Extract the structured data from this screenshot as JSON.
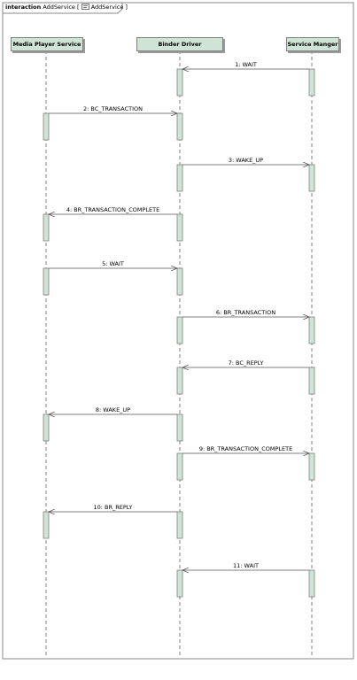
{
  "frame": {
    "keyword": "interaction",
    "name": "AddService",
    "ref_icon": "interaction-diagram-icon",
    "ref_name": "AddService"
  },
  "lifelines": [
    {
      "id": "mps",
      "name": "Media Player Service"
    },
    {
      "id": "bd",
      "name": "Binder Driver"
    },
    {
      "id": "sm",
      "name": "Service Manger"
    }
  ],
  "messages": [
    {
      "num": "1",
      "label": "WAIT",
      "from": "sm",
      "to": "bd"
    },
    {
      "num": "2",
      "label": "BC_TRANSACTION",
      "from": "mps",
      "to": "bd"
    },
    {
      "num": "3",
      "label": "WAKE_UP",
      "from": "bd",
      "to": "sm"
    },
    {
      "num": "4",
      "label": "BR_TRANSACTION_COMPLETE",
      "from": "bd",
      "to": "mps"
    },
    {
      "num": "5",
      "label": "WAIT",
      "from": "mps",
      "to": "bd"
    },
    {
      "num": "6",
      "label": "BR_TRANSACTION",
      "from": "bd",
      "to": "sm"
    },
    {
      "num": "7",
      "label": "BC_REPLY",
      "from": "sm",
      "to": "bd"
    },
    {
      "num": "8",
      "label": "WAKE_UP",
      "from": "bd",
      "to": "mps"
    },
    {
      "num": "9",
      "label": "BR_TRANSACTION_COMPLETE",
      "from": "bd",
      "to": "sm"
    },
    {
      "num": "10",
      "label": "BR_REPLY",
      "from": "bd",
      "to": "mps"
    },
    {
      "num": "11",
      "label": "WAIT",
      "from": "sm",
      "to": "bd"
    }
  ],
  "colors": {
    "lifeline_fill": "#cfe3d6",
    "activation_fill": "#cfe3d6",
    "line": "#7f7f7f"
  }
}
